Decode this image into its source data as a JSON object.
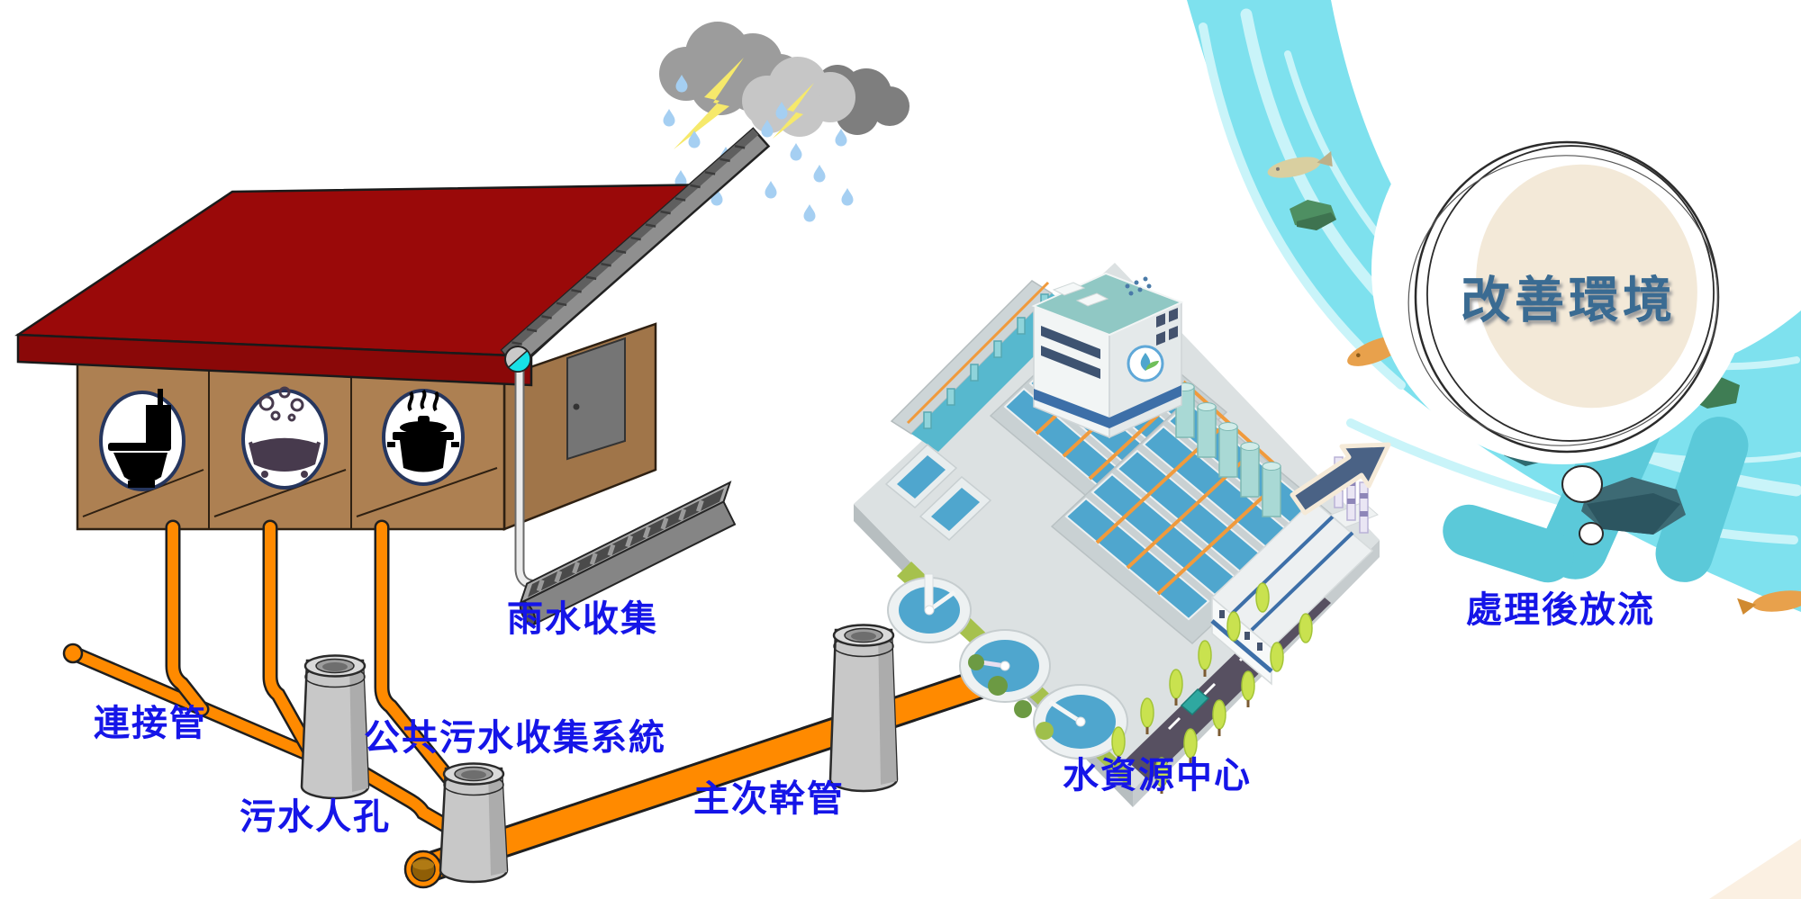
{
  "scene": {
    "title": "public sewer system flow diagram",
    "labels": {
      "rain_collection": "雨水收集",
      "connecting_pipe": "連接管",
      "sewage_manhole": "污水人孔",
      "public_sewage_system": "公共污水收集系統",
      "main_trunk_pipe": "主次幹管",
      "water_resource_center": "水資源中心",
      "discharge_after_treatment": "處理後放流",
      "improve_environment": "改善環境"
    },
    "colors": {
      "label_blue": "#1515E8",
      "bubble_text_blue": "#3A6B92",
      "pipe_orange": "#FF8A00",
      "roof_red": "#9A0909",
      "wall_brown": "#AD8052",
      "river_cyan": "#7EE1EE",
      "river_shadow_teal": "#5BC9D9",
      "gutter_gray": "#8F8F8F",
      "manhole_gray": "#C8C8C8",
      "arrow_blue_gray": "#4A6285",
      "lightning_yellow": "#F6E96B",
      "rain_drop_blue": "#A5CFF2",
      "gutter_water_cyan": "#17E0E6",
      "pool_blue": "#4FA6CE"
    },
    "icons": [
      {
        "name": "toilet-icon"
      },
      {
        "name": "bathtub-icon"
      },
      {
        "name": "cooking-pot-icon"
      },
      {
        "name": "storm-cloud-icon"
      },
      {
        "name": "lightning-icon"
      },
      {
        "name": "rain-drop-icon"
      },
      {
        "name": "roof-gutter-icon"
      },
      {
        "name": "rain-channel-icon"
      },
      {
        "name": "manhole-icon"
      },
      {
        "name": "treatment-plant-icon"
      },
      {
        "name": "river-icon"
      },
      {
        "name": "fish-icon"
      },
      {
        "name": "rock-icon"
      },
      {
        "name": "thought-bubble-icon"
      },
      {
        "name": "flow-arrow-icon"
      }
    ]
  }
}
